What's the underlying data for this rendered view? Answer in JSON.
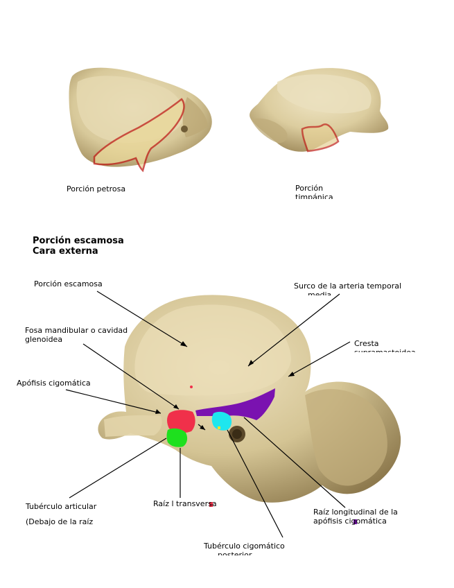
{
  "top_labels": {
    "petrous": "Porción petrosa",
    "tympanic_line1": "Porción",
    "tympanic_line2": "timpánica"
  },
  "section_title": "Porción escamosa Cara externa",
  "labels": {
    "squamous": "Porción escamosa",
    "temporal_groove_line1": "Surco de la arteria temporal",
    "temporal_groove_line2": "media",
    "crest_line1": "Cresta",
    "crest_line2": "supramastoidea",
    "mandibular_fossa_line1": "Fosa mandibular o cavidad",
    "mandibular_fossa_line2": "glenoidea",
    "zygomatic_process": "Apófisis cigomática",
    "articular_tubercle": "Tubérculo articular",
    "articular_tubercle_note": "(Debajo de la raíz",
    "transverse_root": "Raíz l transversa",
    "longitudinal_root_line1": "Raíz longitudinal de la",
    "longitudinal_root_line2": "apófisis cigomática",
    "zygomatic_tubercle_line1": "Tubérculo cigomático",
    "zygomatic_tubercle_line2": "posterior"
  },
  "colors": {
    "bone": "#d8c99a",
    "bone_shadow": "#a89466",
    "outline_red": "#c0201a",
    "mark_red": "#f0304a",
    "mark_purple": "#7a12b0",
    "mark_cyan": "#1ee6ee",
    "mark_green": "#1ee01e",
    "mark_yellow": "#f2e22a"
  }
}
